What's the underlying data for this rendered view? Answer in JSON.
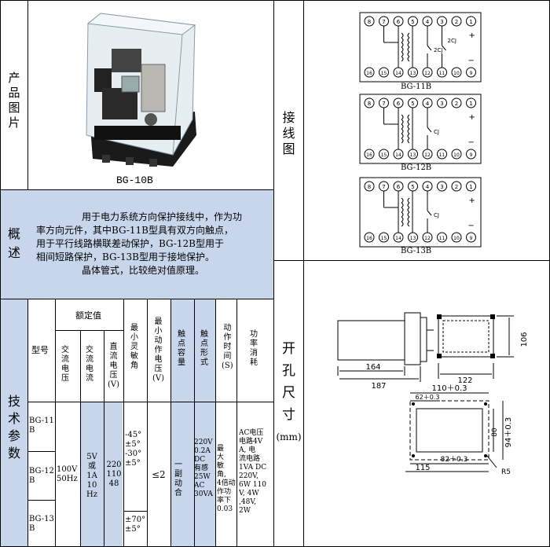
{
  "labels": {
    "product_picture": [
      "产",
      "品",
      "图",
      "片"
    ],
    "overview": [
      "概",
      "述"
    ],
    "tech_params": [
      "技",
      "术",
      "参",
      "数"
    ],
    "wiring": [
      "接",
      "线",
      "图"
    ],
    "cutout": [
      "开",
      "孔",
      "尺",
      "寸",
      "(mm)"
    ]
  },
  "product": {
    "caption": "BG-10B"
  },
  "overview": {
    "lines": [
      "用于电力系统方向保护接线中，作为功",
      "率方向元件，其中BG-11B型具有双方向触点，",
      "用于平行线路横联差动保护，BG-12B型用于",
      "相间短路保护，BG-13B型用于接地保护。",
      "晶体管式，比较绝对值原理。"
    ]
  },
  "table": {
    "headers": {
      "model": "型号",
      "rated": "额定值",
      "ac_voltage": [
        "交",
        "流",
        "电",
        "压"
      ],
      "ac_current": [
        "交",
        "流",
        "电",
        "流"
      ],
      "dc_voltage": [
        "直",
        "流",
        "电",
        "压",
        "(V)"
      ],
      "min_angle": [
        "最",
        "小",
        "灵",
        "敏",
        "角"
      ],
      "min_op_voltage": [
        "最",
        "小",
        "动",
        "作",
        "电",
        "压",
        "(V)"
      ],
      "contact_capacity": [
        "触",
        "点",
        "容",
        "量"
      ],
      "contact_form": [
        "触",
        "点",
        "形",
        "式"
      ],
      "op_time": [
        "动",
        "作",
        "时",
        "间",
        "(S)"
      ],
      "power": [
        "功",
        "率",
        "消",
        "耗"
      ]
    },
    "models": [
      [
        "BG-11",
        "B"
      ],
      [
        "BG-12",
        "B"
      ],
      [
        "BG-13",
        "B"
      ]
    ],
    "ac_voltage": [
      "100V",
      "50Hz"
    ],
    "ac_current": [
      "5V",
      "或",
      "1A",
      "10",
      "Hz"
    ],
    "dc_voltage": [
      "220",
      "110",
      "48"
    ],
    "angle_1": [
      "-45°",
      "±5°",
      "-30°",
      "±5°"
    ],
    "angle_2": [
      "±70°",
      "±5°"
    ],
    "min_op_voltage": "≤2",
    "contact_form": [
      "一",
      "副",
      "动",
      "合"
    ],
    "contact_capacity": [
      "220V",
      "0.2A",
      "DC",
      "有感",
      "25W",
      "AC",
      "30VA"
    ],
    "op_time": [
      "最",
      "大",
      "敏",
      "角,",
      "4倍动",
      "作功",
      "率下",
      "0.03"
    ],
    "power": [
      "AC电压",
      "电路4V",
      "A, 电",
      "流电路",
      "1VA DC",
      "220V,",
      "6W 110",
      "V, 4W",
      ",48V,",
      "2W"
    ]
  },
  "wiring": {
    "top_numbers": [
      "8",
      "7",
      "6",
      "5",
      "4",
      "3",
      "2",
      "1"
    ],
    "bottom_numbers": [
      "16",
      "15",
      "14",
      "13",
      "12",
      "11",
      "10",
      "9"
    ],
    "diagrams": [
      {
        "label": "BG-11B",
        "relay": "2CJ",
        "relay2": "2CJ"
      },
      {
        "label": "BG-12B",
        "relay": "CJ"
      },
      {
        "label": "BG-13B",
        "relay": "CJ"
      }
    ],
    "plus": "+",
    "minus": "−"
  },
  "dimensions": {
    "d164": "164",
    "d187": "187",
    "d122": "122",
    "d106": "106",
    "d110": "110＋0.3",
    "d62": "62＋0.3",
    "d80": "80",
    "d94": "94＋0.3",
    "d82": "82＋0.3",
    "d115": "115",
    "r5": "R5"
  }
}
